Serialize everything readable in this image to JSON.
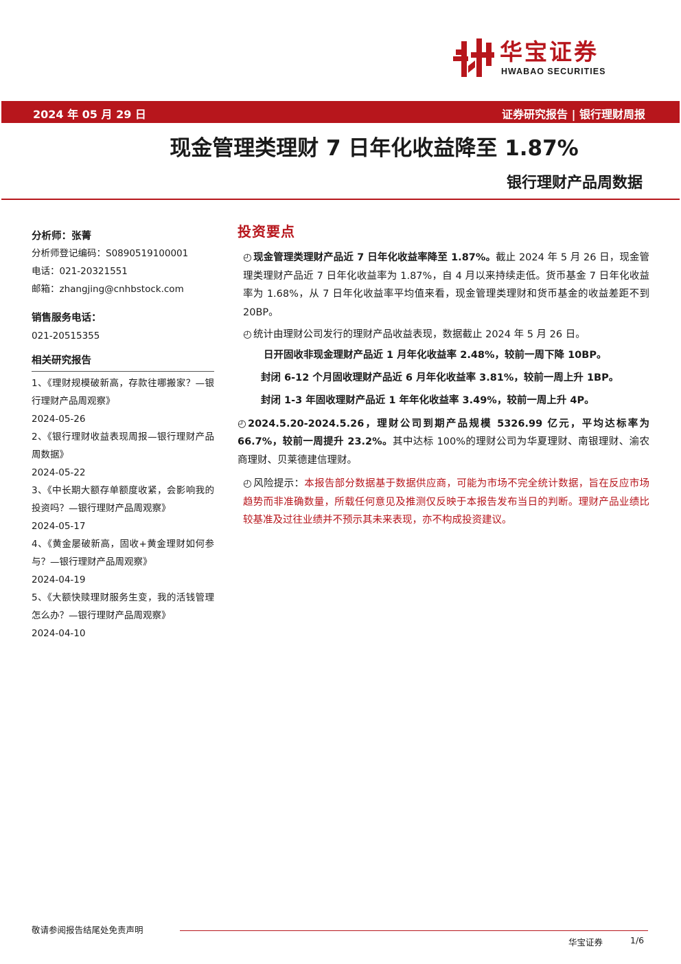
{
  "header": {
    "logo_cn": "华宝证券",
    "logo_en": "HWABAO SECURITIES",
    "date": "2024 年 05 月 29 日",
    "category": "证券研究报告 | 银行理财周报",
    "title": "现金管理类理财 7 日年化收益降至 1.87%",
    "subtitle": "银行理财产品周数据"
  },
  "sidebar": {
    "analyst": "分析师：张菁",
    "reg_no": "分析师登记编码：S0890519100001",
    "phone": "电话：021-20321551",
    "email": "邮箱：zhangjing@cnhbstock.com",
    "sales_title": "销售服务电话：",
    "sales_phone": "021-20515355",
    "related_title": "相关研究报告",
    "related": [
      {
        "text": "1、《理财规模破新高，存款往哪搬家？—银行理财产品周观察》",
        "date": "2024-05-26"
      },
      {
        "text": "2、《银行理财收益表现周报—银行理财产品周数据》",
        "date": "2024-05-22"
      },
      {
        "text": "3、《中长期大额存单额度收紧，会影响我的投资吗？—银行理财产品周观察》",
        "date": "2024-05-17"
      },
      {
        "text": "4、《黄金屡破新高，固收+黄金理财如何参与？—银行理财产品周观察》",
        "date": "2024-04-19"
      },
      {
        "text": "5、《大额快赎理财服务生变，我的活钱管理怎么办？—银行理财产品周观察》",
        "date": "2024-04-10"
      }
    ]
  },
  "main": {
    "section_title": "投资要点",
    "bullet_glyph": "◴",
    "p1_bold": "现金管理类理财产品近 7 日年化收益率降至 1.87%。",
    "p1_text": "截止 2024 年 5 月 26 日，现金管理类理财产品近 7 日年化收益率为 1.87%，自 4 月以来持续走低。货币基金 7 日年化收益率为 1.68%，从 7 日年化收益率平均值来看，现金管理类理财和货币基金的收益差距不到 20BP。",
    "p2_text": "统计由理财公司发行的理财产品收益表现，数据截止 2024 年 5 月 26 日。",
    "ind1": "日开固收非现金理财产品近 1 月年化收益率 2.48%，较前一周下降 10BP。",
    "ind2": "封闭 6-12 个月固收理财产品近 6 月年化收益率 3.81%，较前一周上升 1BP。",
    "ind3": "封闭 1-3 年固收理财产品近 1 年年化收益率 3.49%，较前一周上升 4P。",
    "p3_bold": "2024.5.20-2024.5.26，理财公司到期产品规模 5326.99 亿元，平均达标率为 66.7%，较前一周提升 23.2%。",
    "p3_text": "其中达标 100%的理财公司为华夏理财、南银理财、渝农商理财、贝莱德建信理财。",
    "risk_label": "风险提示：",
    "risk_text": "本报告部分数据基于数据供应商，可能为市场不完全统计数据，旨在反应市场趋势而非准确数量，所载任何意见及推测仅反映于本报告发布当日的判断。理财产品业绩比较基准及过往业绩并不预示其未来表现，亦不构成投资建议。"
  },
  "footer": {
    "disclaimer_note": "敬请参阅报告结尾处免责声明",
    "brand": "华宝证券",
    "page": "1/6"
  },
  "colors": {
    "brand_red": "#b7161c"
  }
}
